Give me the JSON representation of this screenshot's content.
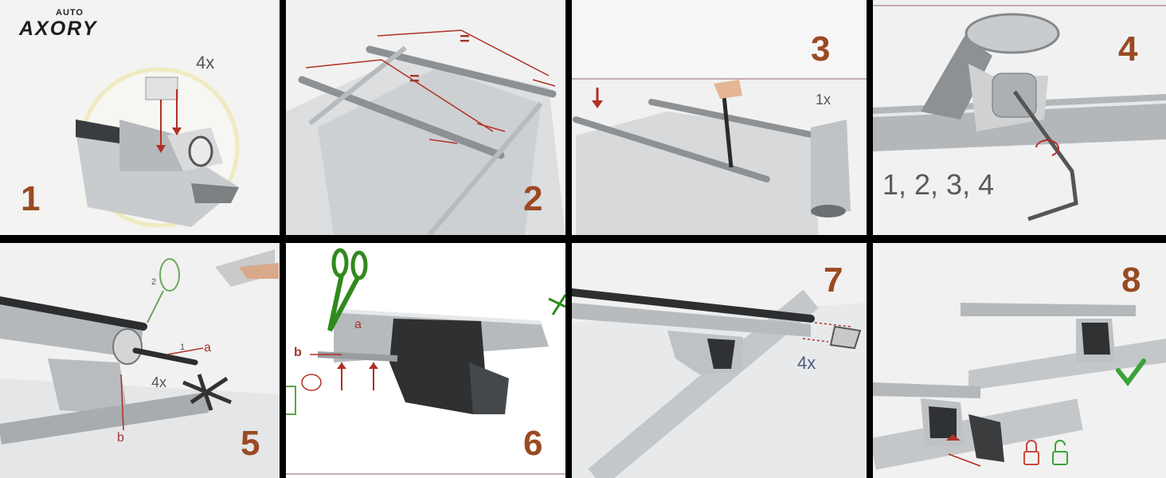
{
  "brand": {
    "small": "AUTO",
    "name": "AXORY"
  },
  "steps": [
    {
      "number": "1",
      "note": "4x"
    },
    {
      "number": "2",
      "note": "=",
      "note2": "="
    },
    {
      "number": "3",
      "note": "1x"
    },
    {
      "number": "4",
      "note": "1, 2, 3, 4"
    },
    {
      "number": "5",
      "note": "4x",
      "a": "a",
      "b": "b",
      "n1": "1",
      "n2": "2"
    },
    {
      "number": "6",
      "a": "a",
      "b": "b"
    },
    {
      "number": "7",
      "note": "4x"
    },
    {
      "number": "8"
    }
  ],
  "colors": {
    "step_number": "#9a4a22",
    "accent_red": "#a1352b",
    "check_green": "#3aa33a",
    "scissors_green": "#3f8c2a"
  }
}
